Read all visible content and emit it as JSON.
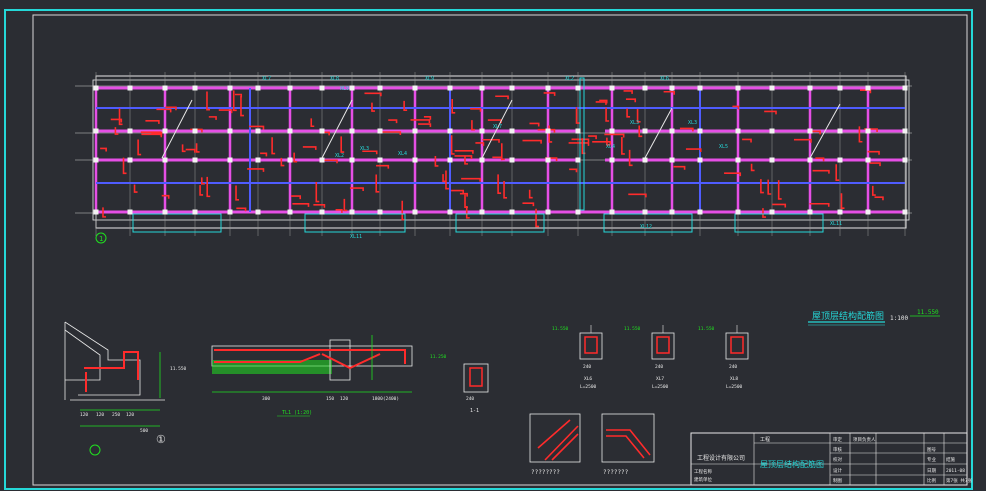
{
  "drawing": {
    "plan_title": "屋顶层结构配筋图",
    "plan_scale": "1:100",
    "plan_elevation": "11.550",
    "plan_beam_labels": [
      "XL7",
      "XL8",
      "XL9",
      "XL2",
      "XL9",
      "XL6",
      "XL3",
      "XL2",
      "XL4",
      "XL7",
      "XL3",
      "XL3",
      "XL4",
      "XL5",
      "XL11",
      "XL12",
      "XL11"
    ],
    "axis_marker": "1",
    "detail_marker": "①",
    "detail_elev": "11.550",
    "detail_dims": [
      "120",
      "120",
      "250",
      "120",
      "500"
    ],
    "beam_section_label": "TL1 (1:20)",
    "beam_dims": [
      "300",
      "150",
      "120",
      "1800(2400)"
    ],
    "small_section_label": "1-1",
    "small_section_elev": "11.250",
    "small_section_dim": "240",
    "column_sections": [
      {
        "elev": "11.550",
        "label": "XL6",
        "note": "L=2500",
        "dim": "240"
      },
      {
        "elev": "11.550",
        "label": "XL7",
        "note": "L=2500",
        "dim": "240"
      },
      {
        "elev": "11.550",
        "label": "XL8",
        "note": "L=2500",
        "dim": "240"
      }
    ],
    "corner_details": [
      "????????",
      "???????"
    ]
  },
  "title_block": {
    "company": "工程设计有限公司",
    "drawing_name": "屋顶层结构配筋图",
    "field_project": "工程",
    "row_labels": [
      "审定",
      "审核",
      "校对",
      "设计",
      "制图"
    ],
    "col2_labels": [
      "项目负责人",
      "图号",
      "专业",
      "日期",
      "比例"
    ],
    "values": [
      "结施",
      "2011-08",
      "第7张 共7张"
    ],
    "left_rows": [
      "工程名称",
      "建筑单位"
    ]
  }
}
